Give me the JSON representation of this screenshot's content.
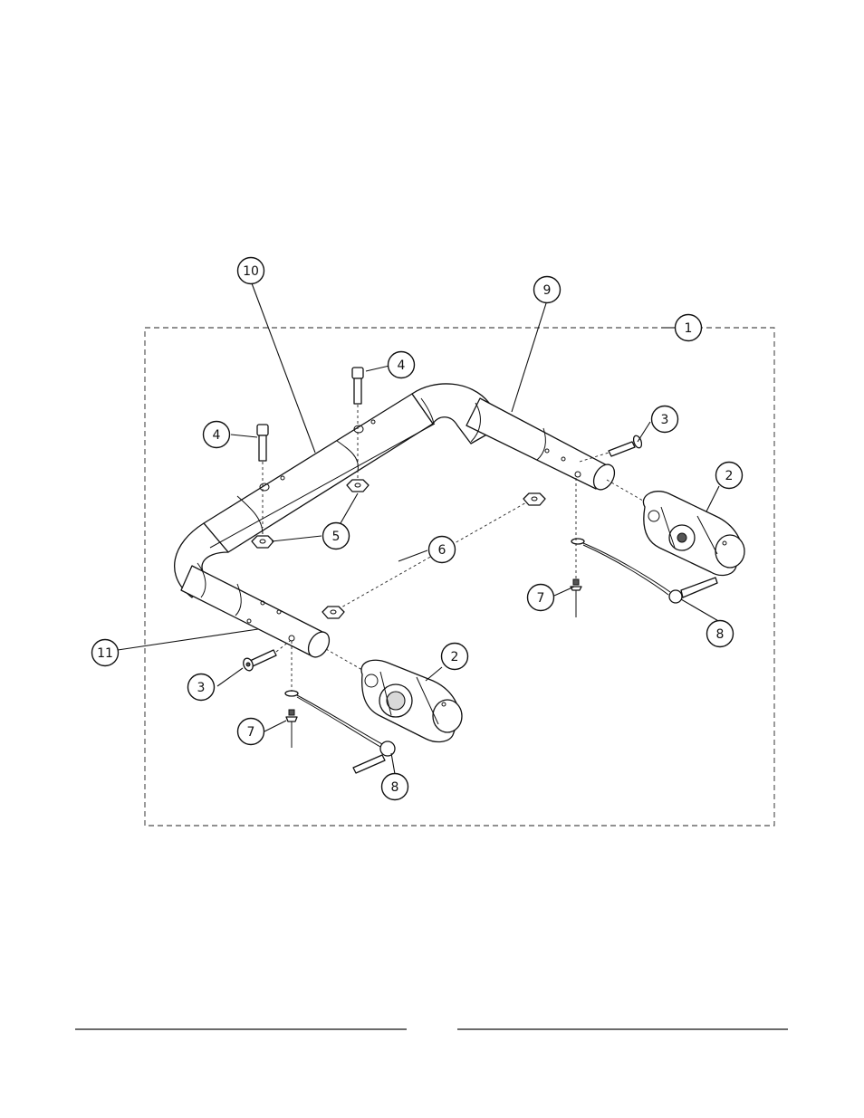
{
  "callouts": [
    {
      "id": "c-1",
      "label": "1"
    },
    {
      "id": "c-2a",
      "label": "2"
    },
    {
      "id": "c-2b",
      "label": "2"
    },
    {
      "id": "c-3a",
      "label": "3"
    },
    {
      "id": "c-3b",
      "label": "3"
    },
    {
      "id": "c-4a",
      "label": "4"
    },
    {
      "id": "c-4b",
      "label": "4"
    },
    {
      "id": "c-5",
      "label": "5"
    },
    {
      "id": "c-6",
      "label": "6"
    },
    {
      "id": "c-7a",
      "label": "7"
    },
    {
      "id": "c-7b",
      "label": "7"
    },
    {
      "id": "c-8a",
      "label": "8"
    },
    {
      "id": "c-8b",
      "label": "8"
    },
    {
      "id": "c-9",
      "label": "9"
    },
    {
      "id": "c-10",
      "label": "10"
    },
    {
      "id": "c-11",
      "label": "11"
    }
  ]
}
